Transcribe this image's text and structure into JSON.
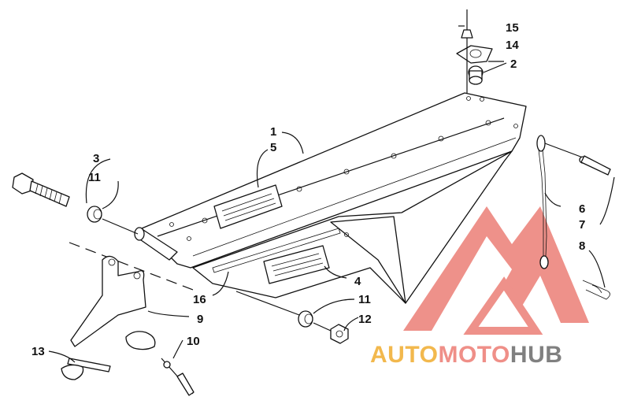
{
  "callouts": {
    "c1": "1",
    "c2": "2",
    "c3": "3",
    "c4": "4",
    "c5": "5",
    "c6": "6",
    "c7": "7",
    "c8": "8",
    "c9": "9",
    "c10": "10",
    "c11a": "11",
    "c11b": "11",
    "c12": "12",
    "c13": "13",
    "c14": "14",
    "c15": "15",
    "c16": "16"
  },
  "watermark": {
    "part1": "AUTO",
    "part2": "MOTO",
    "part3": "HUB",
    "colors": {
      "triangle": "#ee8c84",
      "auto": "#f2b544",
      "moto": "#ef8a82",
      "hub": "#7a7a7a"
    }
  }
}
